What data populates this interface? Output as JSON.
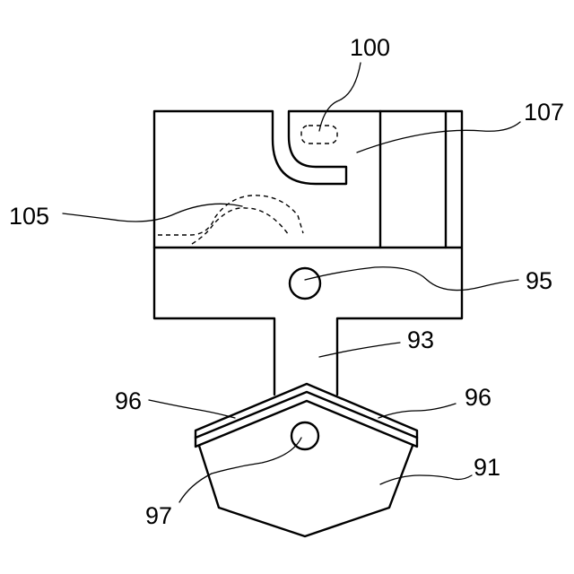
{
  "figure": {
    "labels": {
      "l100": "100",
      "l107": "107",
      "l105": "105",
      "l95": "95",
      "l93": "93",
      "l96_left": "96",
      "l96_right": "96",
      "l91": "91",
      "l97": "97"
    }
  }
}
